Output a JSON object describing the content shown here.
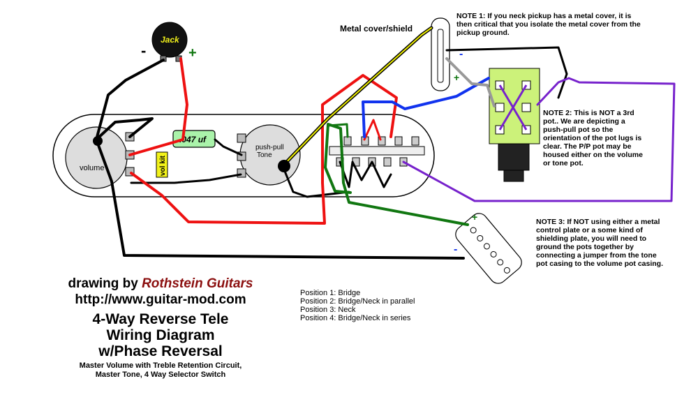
{
  "diagram": {
    "labels": {
      "jack": "Jack",
      "jack_minus": "-",
      "jack_plus": "+",
      "metal_cover": "Metal cover/shield",
      "capacitor": ".047 uf",
      "vol_kit": "vol kit",
      "volume": "volume",
      "push_pull_line1": "push-pull",
      "push_pull_line2": "Tone",
      "neck_minus": "-",
      "neck_plus": "+",
      "bridge_minus": "-",
      "bridge_plus": "+"
    },
    "wire_colors": {
      "red": "#ee1111",
      "black": "#000000",
      "blue": "#1133ee",
      "green": "#117711",
      "purple": "#7722cc",
      "gray": "#999999",
      "yellow": "#eeee00"
    }
  },
  "notes": {
    "note1": {
      "heading": "NOTE 1:",
      "text": "If you neck pickup has a metal cover, it is then critical that you isolate the metal cover from the pickup ground."
    },
    "note2": {
      "heading": "NOTE 2:",
      "text": "This is NOT a 3rd pot.. We are depicting a push-pull pot so the orientation of the pot lugs is clear. The P/P pot may be housed either on the volume or tone pot."
    },
    "note3": {
      "heading": "NOTE 3:",
      "text": "If NOT using either a metal control plate or a some kind of shielding plate, you will need to ground the pots together by connecting a jumper from the tone pot casing to the volume pot casing."
    }
  },
  "credits": {
    "drawing_by": "drawing by",
    "company": "Rothstein Guitars",
    "url": "http://www.guitar-mod.com",
    "title_line1": "4-Way Reverse Tele",
    "title_line2": "Wiring Diagram",
    "title_line3": "w/Phase Reversal",
    "subtitle_line1": "Master Volume with Treble Retention Circuit,",
    "subtitle_line2": "Master Tone, 4 Way Selector Switch",
    "company_color": "#8b0f0f"
  },
  "positions": [
    "Position 1:  Bridge",
    "Position 2:  Bridge/Neck in parallel",
    "Position 3:  Neck",
    "Position 4:  Bridge/Neck in series"
  ]
}
